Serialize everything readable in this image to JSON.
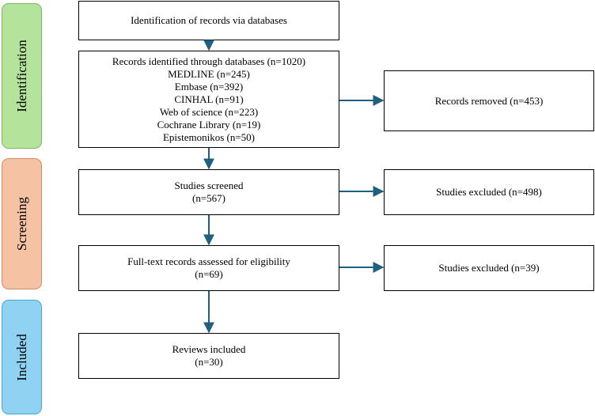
{
  "phases": {
    "identification": "Identification",
    "screening": "Screening",
    "included": "Included"
  },
  "boxes": {
    "header": [
      "Identification of records via databases"
    ],
    "identified": [
      "Records identified through databases (n=1020)",
      "MEDLINE (n=245)",
      "Embase (n=392)",
      "CINHAL (n=91)",
      "Web of science (n=223)",
      "Cochrane Library (n=19)",
      "Epistemonikos (n=50)"
    ],
    "removed": [
      "Records removed (n=453)"
    ],
    "screened": [
      "Studies screened",
      "(n=567)"
    ],
    "excluded1": [
      "Studies excluded (n=498)"
    ],
    "fulltext": [
      "Full-text records assessed for eligibility",
      "(n=69)"
    ],
    "excluded2": [
      "Studies excluded (n=39)"
    ],
    "included": [
      "Reviews included",
      "(n=30)"
    ]
  },
  "colors": {
    "identification_fill": "#b4e39b",
    "screening_fill": "#f5c2a4",
    "included_fill": "#8fd2f2",
    "arrow": "#1f5f80"
  }
}
